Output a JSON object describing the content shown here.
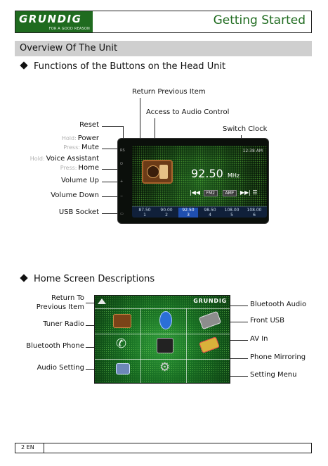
{
  "header": {
    "brand": "GRUNDIG",
    "tagline": "FOR A GOOD REASON",
    "title": "Getting Started"
  },
  "section": {
    "title": "Overview Of The Unit"
  },
  "head_unit": {
    "subtitle": "Functions of the Buttons on the Head Unit",
    "labels": {
      "return_previous_item": "Return Previous Item",
      "access_audio_control": "Access to Audio Control",
      "switch_clock": "Switch Clock",
      "reset": "Reset",
      "power_hint": "Hold:",
      "power": "Power",
      "mute_hint": "Press:",
      "mute": "Mute",
      "voice_hint": "Hold:",
      "voice_assistant": "Voice Assistant",
      "home_hint": "Press:",
      "home": "Home",
      "volume_up": "Volume Up",
      "volume_down": "Volume Down",
      "usb_socket": "USB Socket"
    },
    "screen": {
      "frequency": "92.50",
      "frequency_unit": "MHz",
      "clock": "12:38 AM",
      "btn_1": "FM2",
      "btn_2": "AMF",
      "presets": [
        {
          "freq": "87.50",
          "num": "1"
        },
        {
          "freq": "90.00",
          "num": "2"
        },
        {
          "freq": "92.50",
          "num": "3"
        },
        {
          "freq": "98.50",
          "num": "4"
        },
        {
          "freq": "108.00",
          "num": "5"
        },
        {
          "freq": "108.00",
          "num": "6"
        }
      ]
    }
  },
  "home_screen": {
    "subtitle": "Home Screen Descriptions",
    "labels": {
      "return_to_previous_item_1": "Return To",
      "return_to_previous_item_2": "Previous Item",
      "tuner_radio": "Tuner Radio",
      "bluetooth_phone": "Bluetooth Phone",
      "audio_setting": "Audio Setting",
      "bluetooth_audio": "Bluetooth Audio",
      "front_usb": "Front USB",
      "av_in": "AV In",
      "phone_mirroring": "Phone Mirroring",
      "setting_menu": "Setting Menu"
    },
    "brand": "GRUNDIG"
  },
  "footer": {
    "page": "2 EN"
  },
  "colors": {
    "brand_green": "#1f6b1f",
    "section_gray": "#cfcfcf"
  }
}
